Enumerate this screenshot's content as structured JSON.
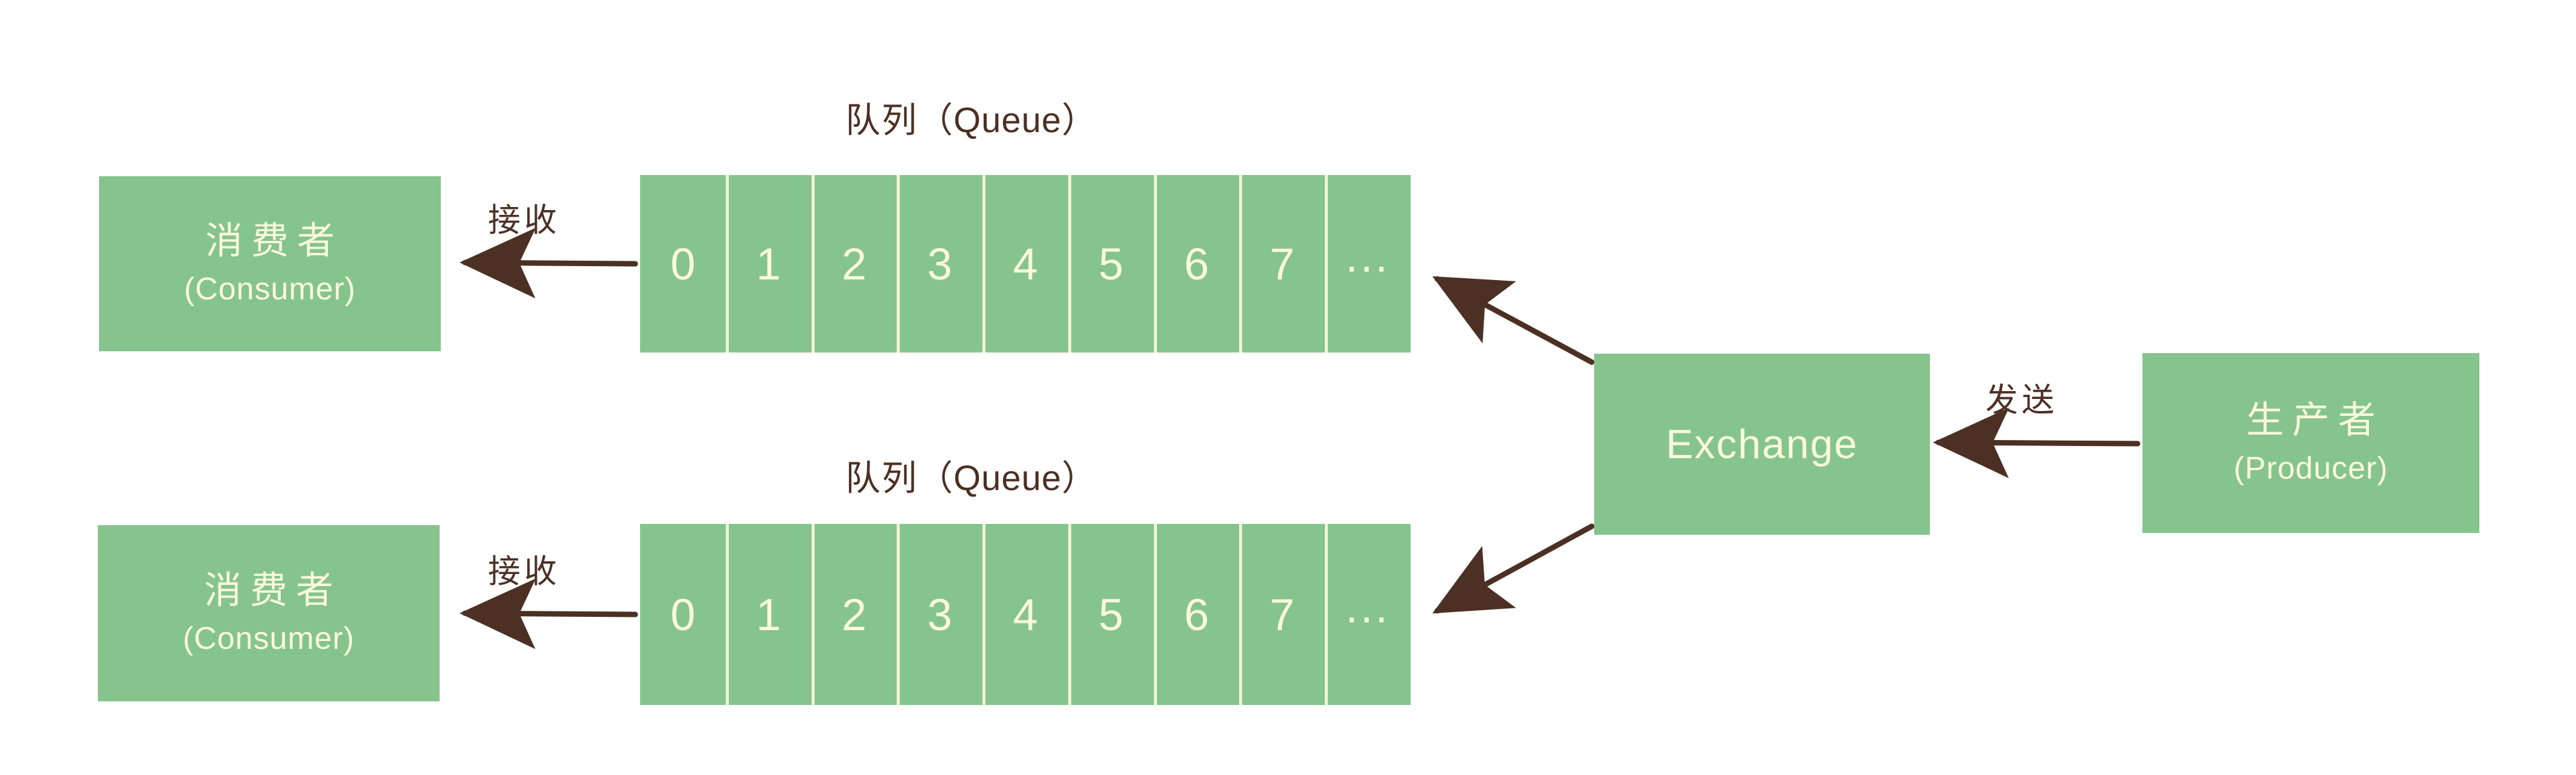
{
  "diagram": {
    "title_semantic": "RabbitMQ producer exchange queue consumer flow",
    "colors": {
      "node_fill": "#86c48e",
      "node_text": "#fbf8dc",
      "ink": "#4c3024",
      "cell_divider": "#f4f4cf",
      "background": "#ffffff"
    }
  },
  "queues": [
    {
      "caption_cn": "队列",
      "caption_en": "（Queue）",
      "cells": [
        "0",
        "1",
        "2",
        "3",
        "4",
        "5",
        "6",
        "7",
        "..."
      ]
    },
    {
      "caption_cn": "队列",
      "caption_en": "（Queue）",
      "cells": [
        "0",
        "1",
        "2",
        "3",
        "4",
        "5",
        "6",
        "7",
        "..."
      ]
    }
  ],
  "consumers": [
    {
      "cn": "消费者",
      "en": "(Consumer)"
    },
    {
      "cn": "消费者",
      "en": "(Consumer)"
    }
  ],
  "exchange": {
    "label": "Exchange"
  },
  "producer": {
    "cn": "生产者",
    "en": "(Producer)"
  },
  "edges": {
    "receive_top": "接收",
    "receive_bottom": "接收",
    "send": "发送"
  }
}
